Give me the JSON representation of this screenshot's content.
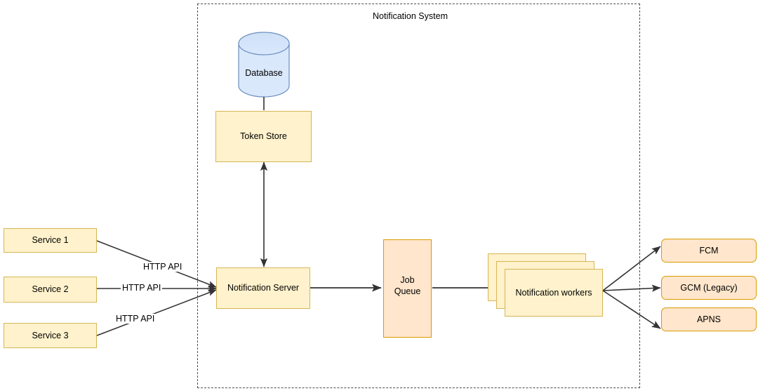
{
  "diagram": {
    "title": "Notification System",
    "boundary": {
      "label": "Notification System",
      "style": "dashed",
      "color": "#4d4d4d"
    },
    "colors": {
      "yellow_fill": "#fff2cc",
      "yellow_stroke": "#d6b656",
      "peach_fill": "#ffe6cc",
      "peach_stroke": "#d79b00",
      "blue_fill": "#dae8fc",
      "blue_stroke": "#6c8ebf",
      "edge": "#333333",
      "boundary": "#4d4d4d"
    },
    "nodes": {
      "database": {
        "label": "Database",
        "shape": "cylinder"
      },
      "token_store": {
        "label": "Token Store",
        "shape": "rectangle"
      },
      "notification_server": {
        "label": "Notification Server",
        "shape": "rectangle"
      },
      "job_queue": {
        "label": "Job\nQueue",
        "shape": "process-queue"
      },
      "notification_workers": {
        "label": "Notification workers",
        "shape": "stacked-rectangle"
      },
      "service_1": {
        "label": "Service 1",
        "shape": "rectangle"
      },
      "service_2": {
        "label": "Service 2",
        "shape": "rectangle"
      },
      "service_3": {
        "label": "Service 3",
        "shape": "rectangle"
      },
      "fcm": {
        "label": "FCM",
        "shape": "rounded-rectangle"
      },
      "gcm": {
        "label": "GCM (Legacy)",
        "shape": "rounded-rectangle"
      },
      "apns": {
        "label": "APNS",
        "shape": "rounded-rectangle"
      }
    },
    "edge_labels": {
      "service1_to_server": "HTTP API",
      "service2_to_server": "HTTP API",
      "service3_to_server": "HTTP API"
    }
  }
}
